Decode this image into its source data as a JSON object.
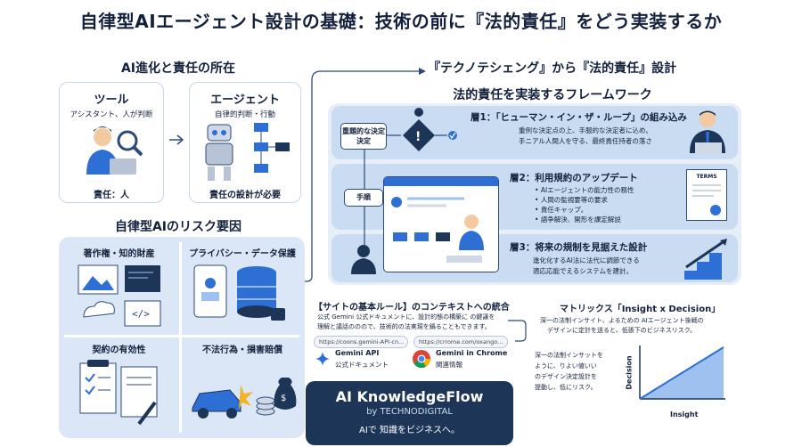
{
  "title": "自律型AIエージェント設計の基礎：技術の前に『法的責任』をどう実装するか",
  "left": {
    "evolution_heading": "AI進化と責任の所在",
    "tool": {
      "title": "ツール",
      "subtitle": "アシスタント、人が判断",
      "responsibility": "責任：人"
    },
    "agent": {
      "title": "エージェント",
      "subtitle": "自律的判断・行動",
      "responsibility": "責任の設計が必要"
    },
    "risk_heading": "自律型AIのリスク要因",
    "risks": [
      "著作権・知的財産",
      "プライバシー・データ保護",
      "契約の有効性",
      "不法行為・損害賠償"
    ]
  },
  "right": {
    "design_heading": "『テクノテシェング』から『法的責任』設計",
    "framework_heading": "法的責任を実装するフレームワーク",
    "layer1": {
      "title": "層1：「ヒューマン・イン・ザ・ループ」の組み込み",
      "desc1": "重例な決定点の上、手服的な決定者に込め。",
      "desc2": "手ニアル人間人を守る、最終責任持者の落さ"
    },
    "layer2": {
      "title": "層2：利用規約のアップデート",
      "bullets": [
        "AIエージェントの能力性の務性",
        "人間の監視要等の要求",
        "責任キャップ。",
        "語争解決、開形を課定解説"
      ],
      "doc_label": "TERMS"
    },
    "layer3": {
      "title": "層3：将来の規制を見据えた設計",
      "desc1": "進化化するAI法に法代に調節できる",
      "desc2": "適応応能でえるシステムを建計。"
    },
    "flow_nodes": {
      "decision": "重題的な決定決定",
      "procedure": "手順"
    }
  },
  "rules": {
    "heading": "【サイトの基本ルール】のコンテキストへの統合",
    "desc1": "公式 Gemini 公式ドキュメントに、設計的態の構築に の鍵譲を",
    "desc2": "理解と議話ののので、技術的の法実現を鍋ることもできます。",
    "url1": "https://coons.gemini-API-cn...",
    "url2": "https://crrome.com/oxango...",
    "link1_title": "Gemini API",
    "link1_sub": "公式ドキュメント",
    "link2_title": "Gemini in Chrome",
    "link2_sub": "関連情報"
  },
  "matrix": {
    "heading": "マトリックス「Insight x Decision」",
    "desc1": "深一の法制インサイト、よるための AIエージェント後戦の",
    "desc2": "デザインに定計を送ると、低張下のビジネスリスク。",
    "note1": "深一の法制インサットを",
    "note2": "ように、りよい値いい",
    "note3": "のデザイン決定設計を",
    "note4": "提動し、低にリスク。",
    "x_label": "Insight",
    "y_label": "Decision"
  },
  "brand": {
    "name": "AI KnowledgeFlow",
    "by": "by TECHNODIGITAL",
    "tagline": "AIで 知識をビジネスへ。"
  },
  "colors": {
    "navy": "#1d3557",
    "panel": "#dbe7f6",
    "band": "#c9dcf1",
    "accent": "#2e6fd6"
  }
}
